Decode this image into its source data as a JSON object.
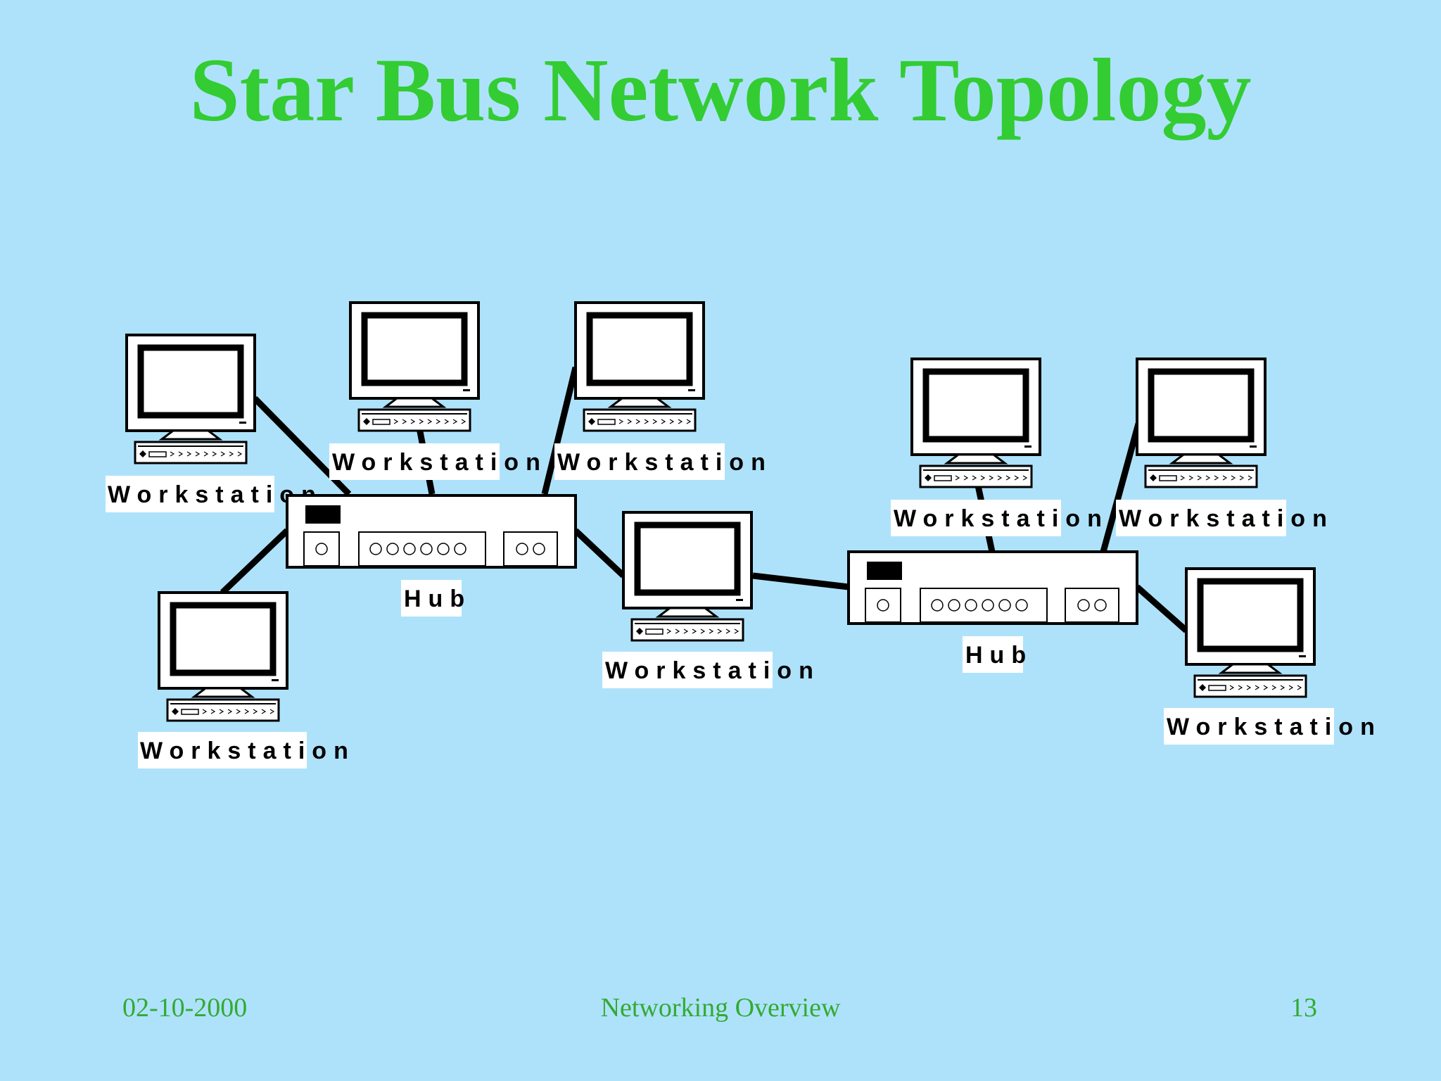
{
  "slide": {
    "title": "Star Bus Network Topology",
    "footer_date": "02-10-2000",
    "footer_title": "Networking Overview",
    "page_number": "13"
  },
  "colors": {
    "background": "#aee2fb",
    "title": "#33cc33",
    "footer": "#33aa33",
    "label_bg": "#ffffff",
    "line": "#000000"
  },
  "diagram": {
    "nodes": [
      {
        "id": "ws1",
        "type": "workstation",
        "label": "Workstation"
      },
      {
        "id": "ws2",
        "type": "workstation",
        "label": "Workstation"
      },
      {
        "id": "ws3",
        "type": "workstation",
        "label": "Workstation"
      },
      {
        "id": "ws4",
        "type": "workstation",
        "label": "Workstation"
      },
      {
        "id": "hub1",
        "type": "hub",
        "label": "Hub"
      },
      {
        "id": "ws5",
        "type": "workstation",
        "label": "Workstation"
      },
      {
        "id": "ws6",
        "type": "workstation",
        "label": "Workstation"
      },
      {
        "id": "ws7",
        "type": "workstation",
        "label": "Workstation"
      },
      {
        "id": "hub2",
        "type": "hub",
        "label": "Hub"
      },
      {
        "id": "ws8",
        "type": "workstation",
        "label": "Workstation"
      }
    ],
    "edges": [
      {
        "from": "hub1",
        "to": "ws1"
      },
      {
        "from": "hub1",
        "to": "ws2"
      },
      {
        "from": "hub1",
        "to": "ws3"
      },
      {
        "from": "hub1",
        "to": "ws4"
      },
      {
        "from": "hub1",
        "to": "ws5"
      },
      {
        "from": "ws5",
        "to": "hub2"
      },
      {
        "from": "hub2",
        "to": "ws6"
      },
      {
        "from": "hub2",
        "to": "ws7"
      },
      {
        "from": "hub2",
        "to": "ws8"
      }
    ]
  }
}
